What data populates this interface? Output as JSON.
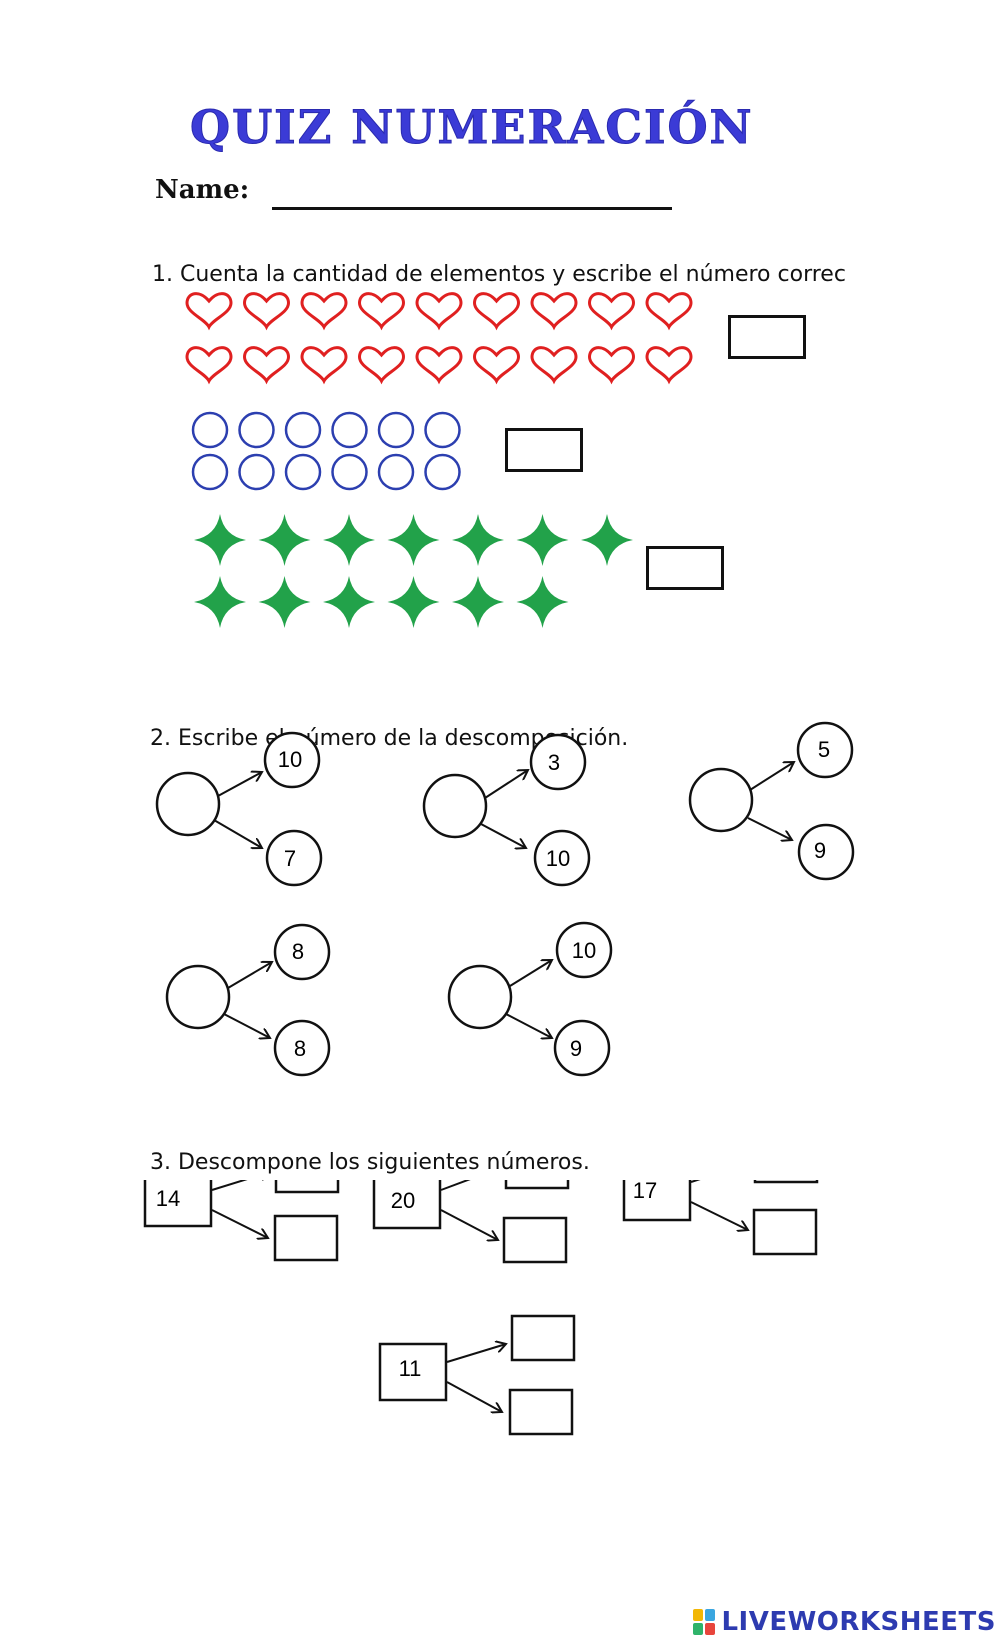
{
  "title": "QUIZ NUMERACIÓN",
  "name_label": "Name:",
  "questions": {
    "q1": "1. Cuenta la cantidad de elementos y escribe el número correc",
    "q2": "2. Escribe el número de la descomposición.",
    "q3": "3. Descompone los siguientes números."
  },
  "counting": {
    "hearts": {
      "count": 18,
      "color": "#e02020"
    },
    "circles": {
      "count": 12,
      "color": "#2c3fb0"
    },
    "stars": {
      "count": 13,
      "color": "#22a24a"
    }
  },
  "decomposition": [
    {
      "top": "10",
      "bottom": "7"
    },
    {
      "top": "3",
      "bottom": "10"
    },
    {
      "top": "5",
      "bottom": "9"
    },
    {
      "top": "8",
      "bottom": "8"
    },
    {
      "top": "10",
      "bottom": "9"
    }
  ],
  "decompose": [
    "14",
    "20",
    "17",
    "11"
  ],
  "footer": {
    "brand": "LIVEWORKSHEETS",
    "logo_colors": [
      "#f2b705",
      "#3aa6e0",
      "#2fb36a",
      "#e8453c"
    ]
  }
}
